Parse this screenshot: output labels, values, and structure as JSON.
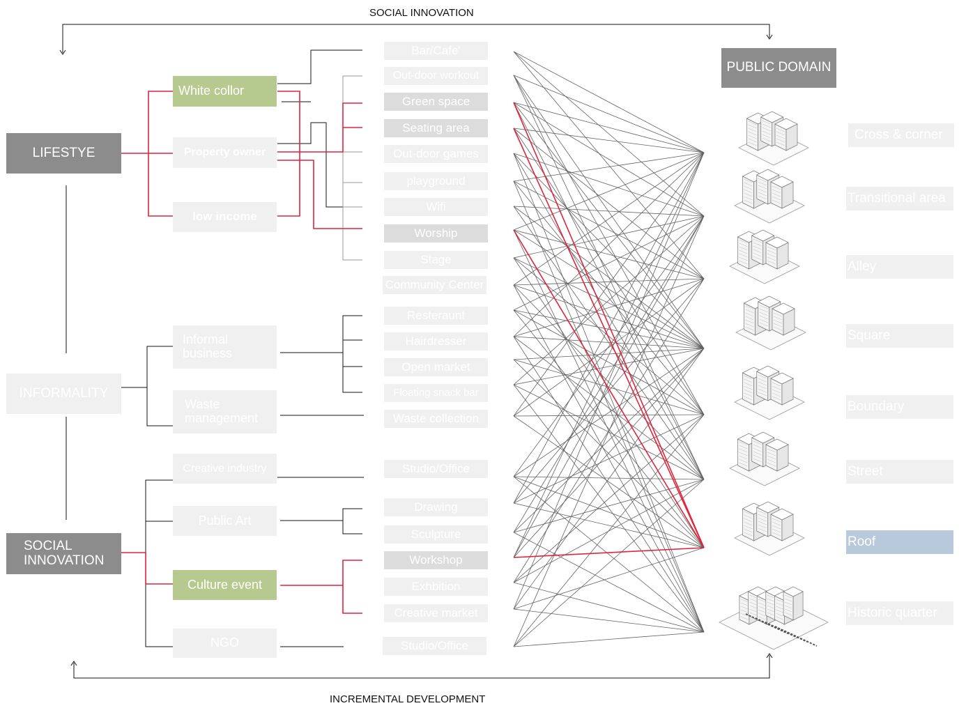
{
  "captions": {
    "top": "SOCIAL INNOVATION",
    "bottom": "INCREMENTAL DEVELOPMENT"
  },
  "categories": {
    "lifestyle": "LIFESTYE",
    "informality": "INFORMALITY",
    "social_innovation": "SOCIAL INNOVATION"
  },
  "groups": {
    "white_collor": "White collor",
    "property_owner": "Property owner",
    "low_income": "low income",
    "informal_business": "Informal business",
    "waste_management": "Waste management",
    "creative_industry": "Creative industry",
    "public_art": "Public Art",
    "culture_event": "Culture event",
    "ngo": "NGO"
  },
  "activities": [
    "Bar/Cafe'",
    "Out-door workout",
    "Green space",
    "Seating area",
    "Out-door games",
    "playground",
    "Wifi",
    "Worship",
    "Stage",
    "Community Center",
    "Resteraunt",
    "Hairdresser",
    "Open market",
    "Floating snack bar",
    "Waste collection",
    "Studio/Office",
    "Drawing",
    "Sculpture",
    "Workshop",
    "Exhbition",
    "Creative market",
    "Studio/Office"
  ],
  "public_domain": {
    "title": "PUBLIC DOMAIN",
    "types": [
      "Cross & corner",
      "Transitional area",
      "Alley",
      "Square",
      "Boundary",
      "Street",
      "Roof",
      "Historic quarter"
    ]
  },
  "colors": {
    "highlight_line": "#e0243a",
    "connector_line": "#606060",
    "category_box": "#8c8c8c",
    "selected_group": "#b6c98f",
    "selected_activity": "#dcdcdc",
    "selected_domain": "#b9c9dc"
  }
}
